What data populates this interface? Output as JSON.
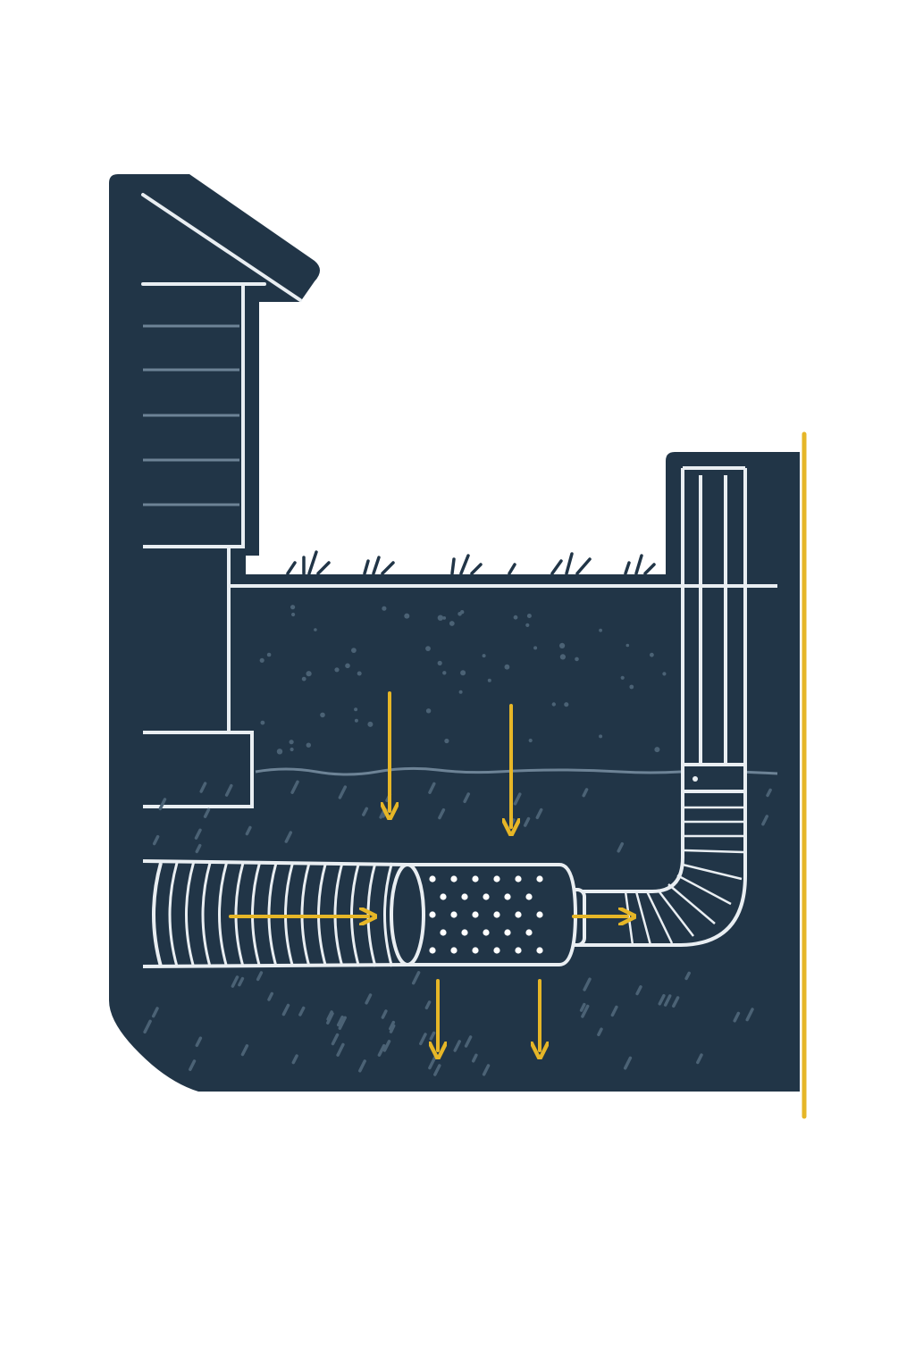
{
  "diagram": {
    "kind": "french-drain-cross-section",
    "colors": {
      "background": "#ffffff",
      "body": "#213547",
      "soil": "#1e3143",
      "line": "#e9eef2",
      "speckle": "#4b6275",
      "arrow": "#e6b627",
      "accent_bar": "#e6b627",
      "perforation": "#ffffff"
    },
    "parts": [
      {
        "id": "house",
        "icon": "house-siding-icon"
      },
      {
        "id": "roof",
        "icon": "roof-icon"
      },
      {
        "id": "ground",
        "icon": "grass-icon"
      },
      {
        "id": "downspout",
        "icon": "downspout-icon"
      },
      {
        "id": "elbow",
        "icon": "elbow-pipe-icon"
      },
      {
        "id": "corrugated-pipe",
        "icon": "corrugated-pipe-icon"
      },
      {
        "id": "perforated-section",
        "icon": "perforated-pipe-icon"
      },
      {
        "id": "connector",
        "icon": "pipe-connector-icon"
      },
      {
        "id": "water-table",
        "icon": "water-line-icon"
      }
    ],
    "flow_arrows": [
      {
        "id": "percolation-left",
        "direction": "down"
      },
      {
        "id": "percolation-right",
        "direction": "down"
      },
      {
        "id": "pipe-flow",
        "direction": "right"
      },
      {
        "id": "outlet-flow",
        "direction": "right"
      },
      {
        "id": "drain-left",
        "direction": "down"
      },
      {
        "id": "drain-right",
        "direction": "down"
      }
    ]
  }
}
